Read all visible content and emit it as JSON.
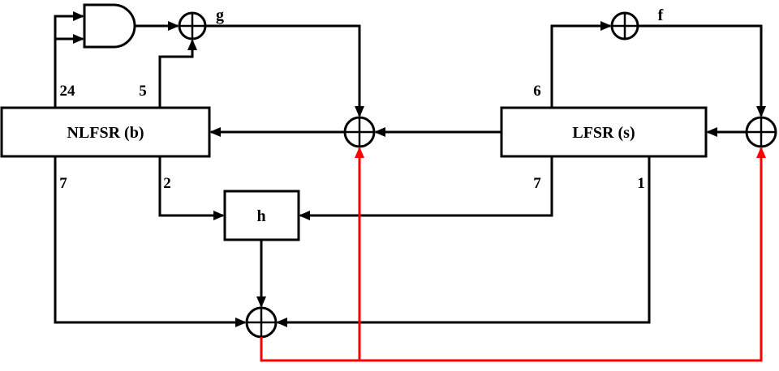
{
  "diagram": {
    "colors": {
      "wire": "#000000",
      "feedback_wire": "#ff0000",
      "shape_fill": "#ffffff"
    },
    "registers": {
      "nlfsr": {
        "label": "NLFSR (b)"
      },
      "lfsr": {
        "label": "LFSR (s)"
      }
    },
    "functions": {
      "g": {
        "label": "g"
      },
      "f": {
        "label": "f"
      },
      "h": {
        "label": "h"
      }
    },
    "taps": {
      "nlfsr_and_tap": "24",
      "nlfsr_g_tap": "5",
      "lfsr_f_tap": "6",
      "nlfsr_out_tap": "7",
      "nlfsr_h_tap": "2",
      "lfsr_h_tap": "7",
      "lfsr_out_tap": "1"
    }
  }
}
